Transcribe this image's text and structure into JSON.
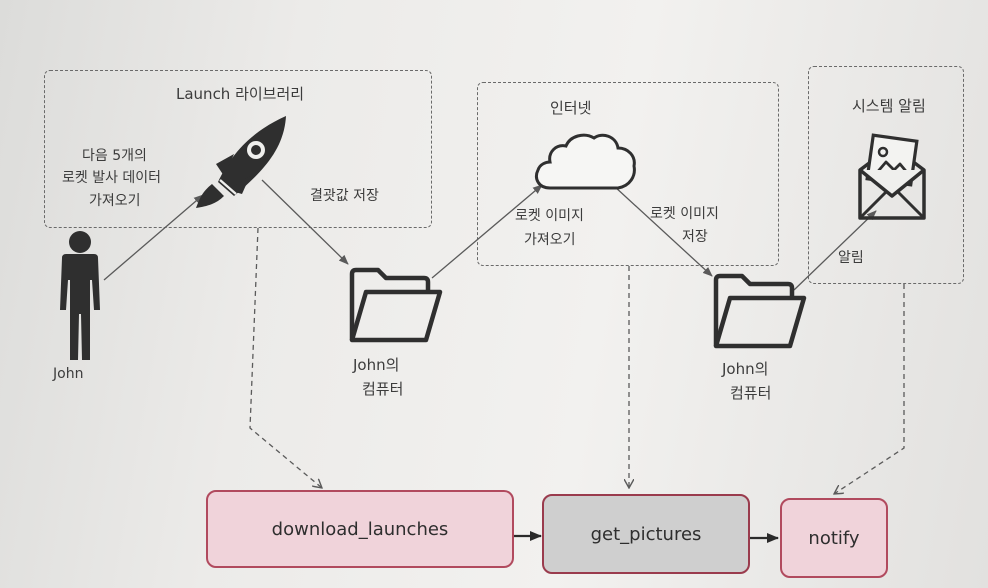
{
  "groups": {
    "launch_library": "Launch 라이브러리",
    "internet": "인터넷",
    "system_alert": "시스템 알림"
  },
  "labels": {
    "fetch_launch_data": [
      "다음 5개의",
      "로켓 발사 데이터",
      "가져오기"
    ],
    "save_results": "결괏값 저장",
    "fetch_rocket_images": [
      "로켓 이미지",
      "가져오기"
    ],
    "save_rocket_images": [
      "로켓 이미지",
      "저장"
    ],
    "notify_label": "알림",
    "person_name": "John",
    "johns_computer_1": [
      "John의",
      "컴퓨터"
    ],
    "johns_computer_2": [
      "John의",
      "컴퓨터"
    ]
  },
  "tasks": {
    "download_launches": "download_launches",
    "get_pictures": "get_pictures",
    "notify": "notify"
  },
  "colors": {
    "task_border": "#b14a5e",
    "task_fill_pink": "#f0d3da",
    "task_fill_gray": "#cfcfcf",
    "line": "#5a5a5a"
  },
  "icons": [
    "person-icon",
    "rocket-icon",
    "folder-icon",
    "cloud-icon",
    "envelope-picture-icon"
  ]
}
